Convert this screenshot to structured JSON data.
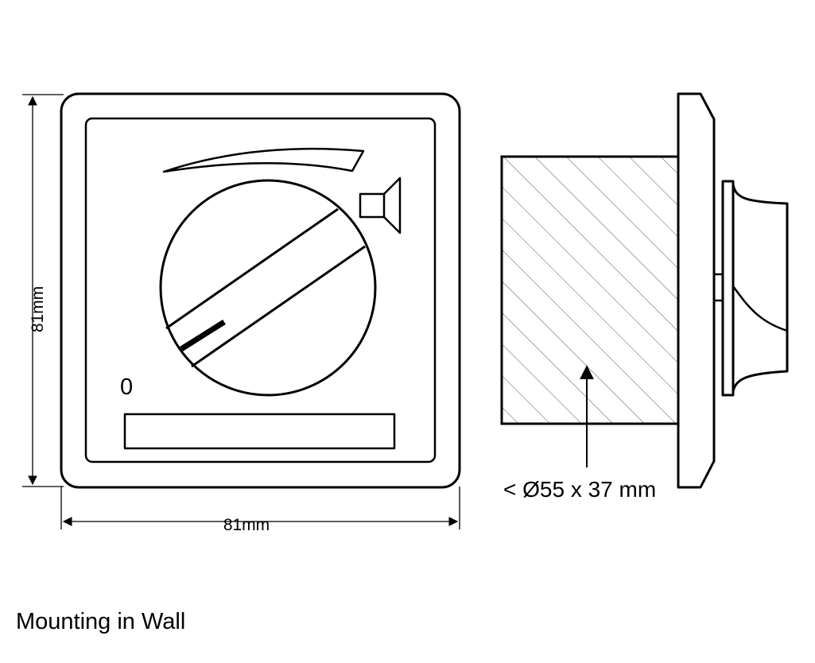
{
  "front_view": {
    "height_label": "81mm",
    "width_label": "81mm",
    "zero_mark": "0"
  },
  "side_view": {
    "cavity_label": "< Ø55 x 37 mm"
  },
  "caption": "Mounting in Wall"
}
